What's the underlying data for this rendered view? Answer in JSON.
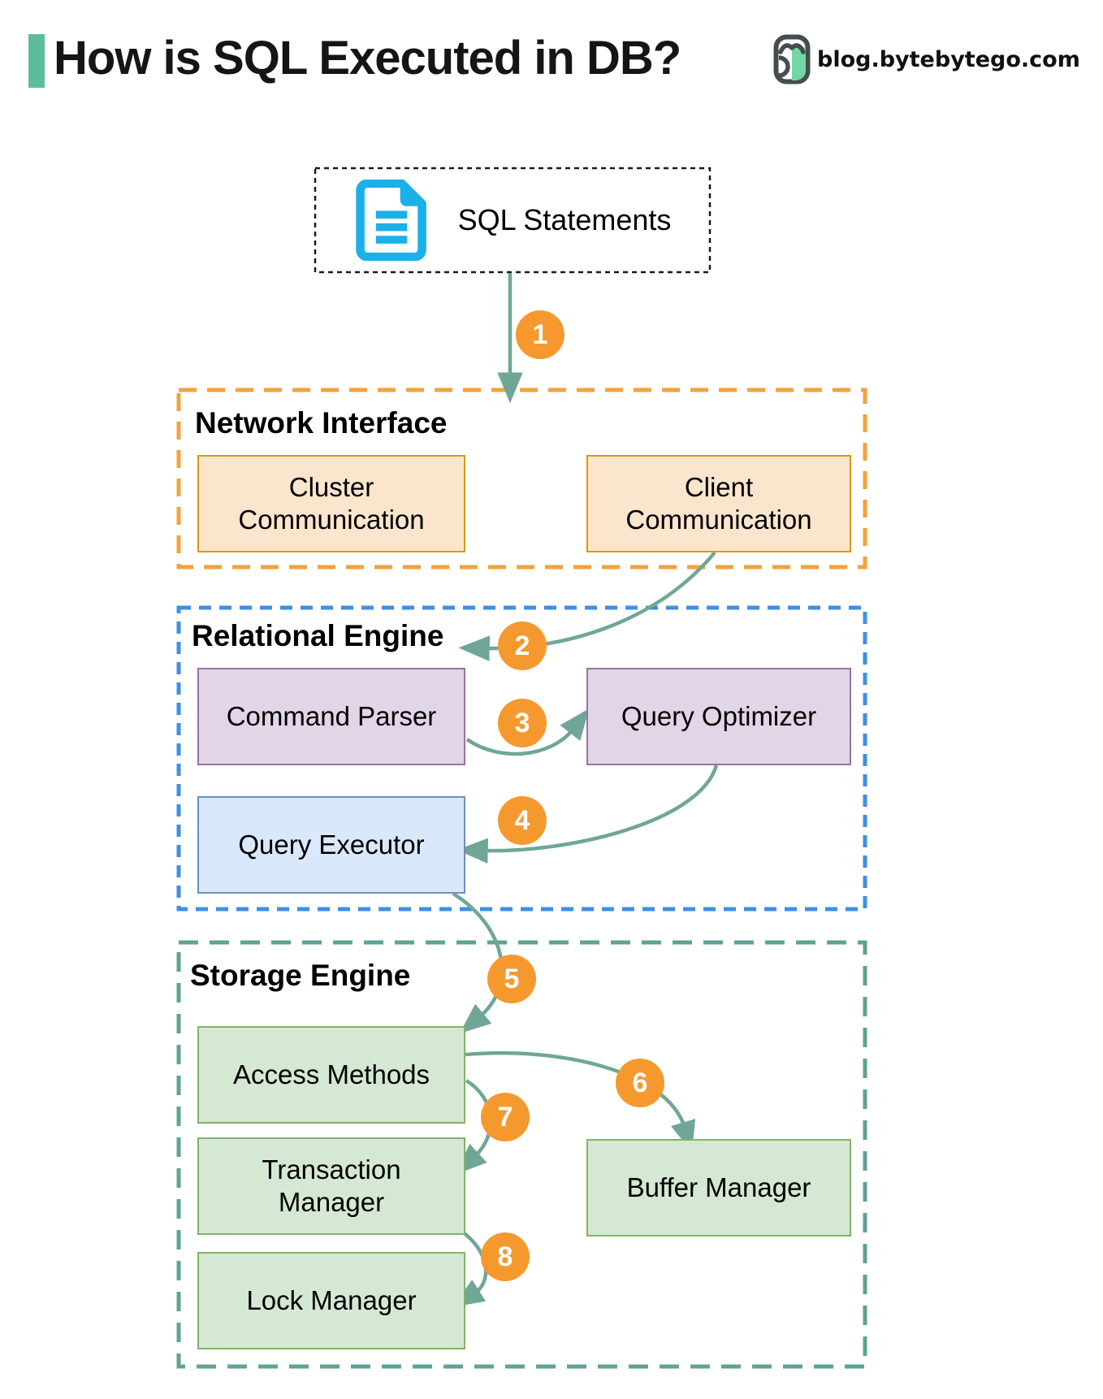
{
  "header": {
    "title": "How is SQL Executed in DB?",
    "brand_text": "blog.bytebytego.com",
    "accent_color": "#5ABE9A"
  },
  "sql_box": {
    "label": "SQL Statements",
    "icon": "document-icon",
    "icon_color": "#1CB0E8"
  },
  "sections": {
    "network": {
      "label": "Network Interface",
      "border_color": "#F2A23C",
      "boxes": {
        "cluster": "Cluster Communication",
        "client": "Client Communication"
      },
      "box_fill": "#FCE5CD",
      "box_border": "#D79B00"
    },
    "relational": {
      "label": "Relational Engine",
      "border_color": "#3F8FE5",
      "boxes": {
        "parser": "Command Parser",
        "optimizer": "Query Optimizer",
        "executor": "Query Executor"
      },
      "parser_fill": "#E1D5E7",
      "parser_border": "#9673A6",
      "executor_fill": "#DAE8FC",
      "executor_border": "#6C8EBF"
    },
    "storage": {
      "label": "Storage Engine",
      "border_color": "#5EA394",
      "boxes": {
        "access": "Access Methods",
        "transaction": "Transaction Manager",
        "buffer": "Buffer Manager",
        "lock": "Lock Manager"
      },
      "box_fill": "#D5E8D4",
      "box_border": "#82B366"
    }
  },
  "steps": [
    "1",
    "2",
    "3",
    "4",
    "5",
    "6",
    "7",
    "8"
  ],
  "flow": [
    "SQL Statements -> Network Interface",
    "Client Communication -> Command Parser",
    "Command Parser -> Query Optimizer",
    "Query Optimizer -> Query Executor",
    "Query Executor -> Access Methods",
    "Access Methods -> Buffer Manager",
    "Access Methods -> Transaction Manager",
    "Transaction Manager -> Lock Manager"
  ],
  "colors": {
    "arrow": "#6FA697",
    "badge": "#F5992F",
    "badge_text": "#ffffff"
  }
}
